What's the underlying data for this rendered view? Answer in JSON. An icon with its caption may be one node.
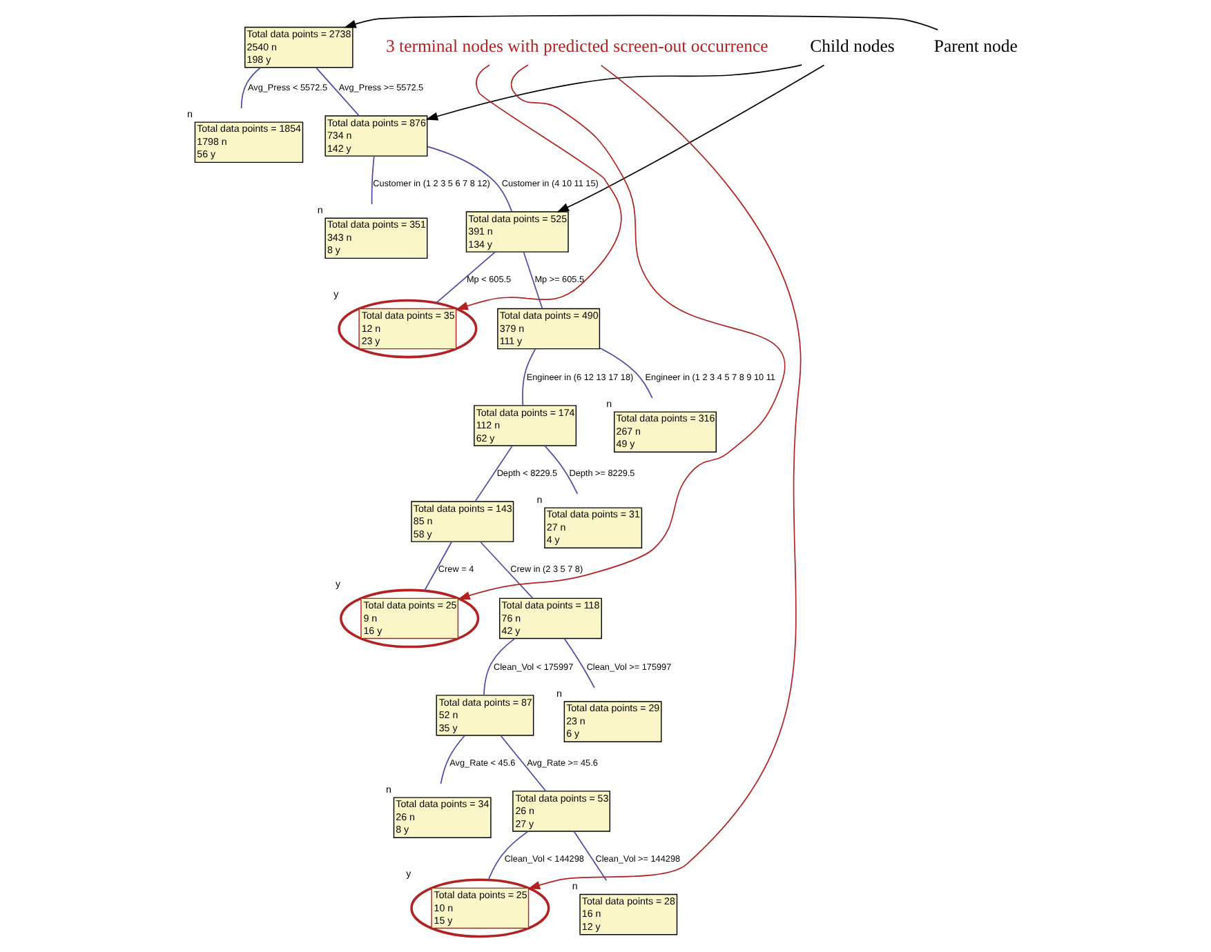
{
  "diagram": {
    "nodes": [
      {
        "text": [
          "Total data points = 2738",
          "2540 n",
          "198 y"
        ]
      },
      {
        "text": [
          "Total data points = 1854",
          "1798 n",
          "56 y"
        ],
        "beside": [
          "n"
        ]
      },
      {
        "text": [
          "Total data points = 876",
          "734 n",
          "142 y"
        ]
      },
      {
        "text": [
          "Total data points = 351",
          "343 n",
          "8 y"
        ],
        "beside": [
          "n"
        ]
      },
      {
        "text": [
          "Total data points = 525",
          "391 n",
          "134 y"
        ]
      },
      {
        "text": [
          "Total data points = 35",
          "12 n",
          "23 y"
        ],
        "beside": [
          "y"
        ]
      },
      {
        "text": [
          "Total data points = 490",
          "379 n",
          "111 y"
        ]
      },
      {
        "text": [
          "Total data points = 174",
          "112 n",
          "62 y"
        ]
      },
      {
        "text": [
          "Total data points = 316",
          "267 n",
          "49 y"
        ],
        "beside": [
          "n"
        ]
      },
      {
        "text": [
          "Total data points = 143",
          "85 n",
          "58 y"
        ]
      },
      {
        "text": [
          "Total data points = 31",
          "27 n",
          "4 y"
        ],
        "beside": [
          "n"
        ]
      },
      {
        "text": [
          "Total data points = 25",
          "9 n",
          "16 y"
        ],
        "beside": [
          "y"
        ]
      },
      {
        "text": [
          "Total data points = 118",
          "76 n",
          "42 y"
        ]
      },
      {
        "text": [
          "Total data points = 87",
          "52 n",
          "35 y"
        ]
      },
      {
        "text": [
          "Total data points = 29",
          "23 n",
          "6 y"
        ],
        "beside": [
          "n"
        ]
      },
      {
        "text": [
          "Total data points = 34",
          "26 n",
          "8 y"
        ],
        "beside": [
          "n"
        ]
      },
      {
        "text": [
          "Total data points = 53",
          "26 n",
          "27 y"
        ]
      },
      {
        "text": [
          "Total data points = 25",
          "10 n",
          "15 y"
        ],
        "beside": [
          "y"
        ]
      },
      {
        "text": [
          "Total data points = 28",
          "16 n",
          "12 y"
        ],
        "beside": [
          "n"
        ]
      },
      {
        "text": [
          "Parent node"
        ]
      },
      {
        "text": [
          "Child nodes"
        ]
      },
      {
        "text": [
          "3 terminal nodes with predicted screen-out occurrence"
        ]
      }
    ],
    "edges": [
      {
        "from": 0,
        "to": 1,
        "arrow": "none",
        "label": "Avg_Press < 5572.5"
      },
      {
        "from": 0,
        "to": 2,
        "arrow": "none",
        "label": "Avg_Press >= 5572.5"
      },
      {
        "from": 2,
        "to": 3,
        "arrow": "none",
        "label": "Customer in (1 2 3 5 6 7 8 12)"
      },
      {
        "from": 2,
        "to": 4,
        "arrow": "none",
        "label": "Customer in (4 10 11 15)"
      },
      {
        "from": 4,
        "to": 5,
        "arrow": "none",
        "label": "Mp < 605.5"
      },
      {
        "from": 4,
        "to": 6,
        "arrow": "none",
        "label": "Mp >= 605.5"
      },
      {
        "from": 6,
        "to": 7,
        "arrow": "none",
        "label": "Engineer in (6 12 13 17 18)"
      },
      {
        "from": 6,
        "to": 8,
        "arrow": "none",
        "label": "Engineer in (1 2 3 4 5 7 8 9 10 11"
      },
      {
        "from": 7,
        "to": 9,
        "arrow": "none",
        "label": "Depth < 8229.5"
      },
      {
        "from": 7,
        "to": 10,
        "arrow": "none",
        "label": "Depth >= 8229.5"
      },
      {
        "from": 9,
        "to": 11,
        "arrow": "none",
        "label": "Crew = 4"
      },
      {
        "from": 9,
        "to": 12,
        "arrow": "none",
        "label": "Crew in (2 3 5 7 8)"
      },
      {
        "from": 12,
        "to": 13,
        "arrow": "none",
        "label": "Clean_Vol < 175997"
      },
      {
        "from": 12,
        "to": 14,
        "arrow": "none",
        "label": "Clean_Vol >= 175997"
      },
      {
        "from": 13,
        "to": 15,
        "arrow": "none",
        "label": "Avg_Rate < 45.6"
      },
      {
        "from": 13,
        "to": 16,
        "arrow": "none",
        "label": "Avg_Rate >= 45.6"
      },
      {
        "from": 16,
        "to": 17,
        "arrow": "none",
        "label": "Clean_Vol < 144298"
      },
      {
        "from": 16,
        "to": 18,
        "arrow": "none",
        "label": "Clean_Vol >= 144298"
      },
      {
        "from": 19,
        "to": 0,
        "arrow": "to",
        "color": "#000000"
      },
      {
        "from": 20,
        "to": 2,
        "arrow": "to",
        "color": "#000000"
      },
      {
        "from": 20,
        "to": 4,
        "arrow": "to",
        "color": "#000000"
      },
      {
        "from": 21,
        "to": 5,
        "arrow": "to",
        "color": "#b22222"
      },
      {
        "from": 21,
        "to": 11,
        "arrow": "to",
        "color": "#b22222"
      },
      {
        "from": 21,
        "to": 17,
        "arrow": "to",
        "color": "#b22222"
      }
    ]
  }
}
